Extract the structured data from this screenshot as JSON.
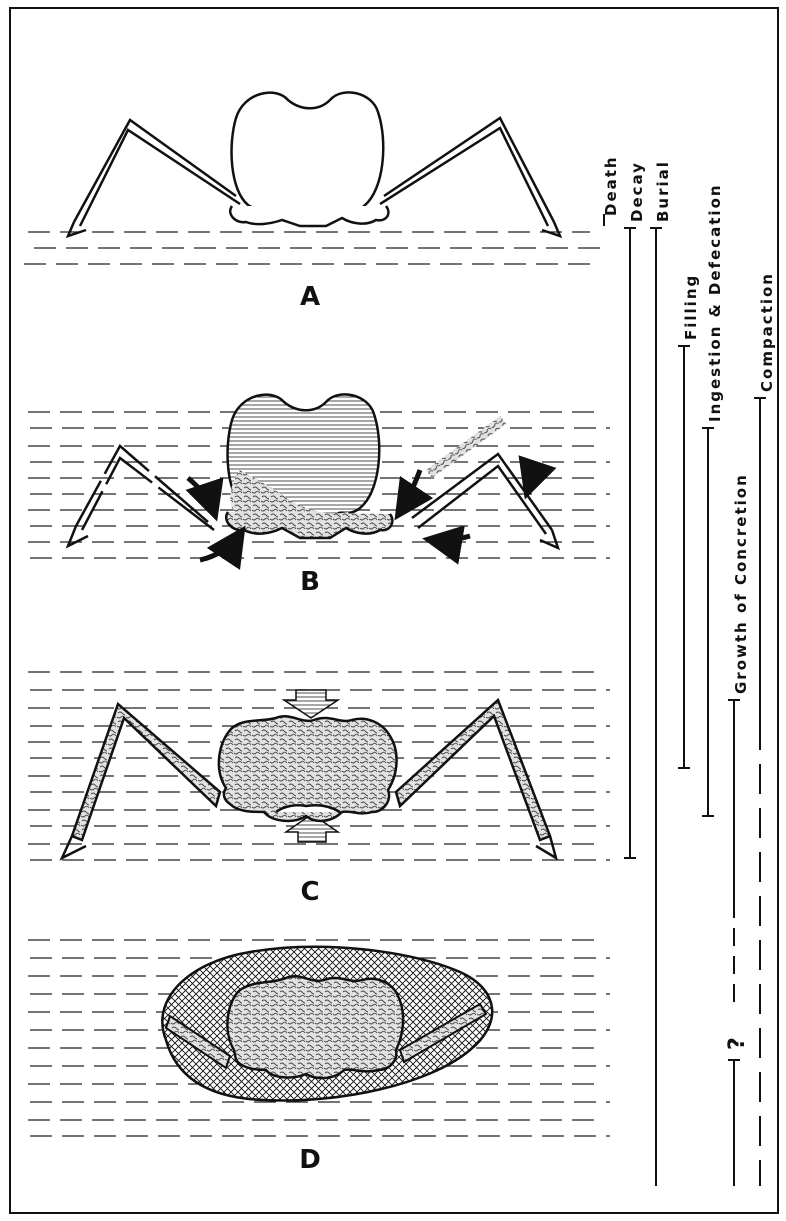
{
  "stages": [
    {
      "id": "A",
      "label": "A"
    },
    {
      "id": "B",
      "label": "B"
    },
    {
      "id": "C",
      "label": "C"
    },
    {
      "id": "D",
      "label": "D"
    }
  ],
  "processes": [
    {
      "id": "death",
      "label": "Death"
    },
    {
      "id": "decay",
      "label": "Decay"
    },
    {
      "id": "burial",
      "label": "Burial"
    },
    {
      "id": "filling",
      "label": "Filling"
    },
    {
      "id": "ingestion",
      "label": "Ingestion & Defecation"
    },
    {
      "id": "concretion",
      "label": "Growth of Concretion"
    },
    {
      "id": "compaction",
      "label": "Compaction"
    }
  ],
  "uncertain_marker": "?",
  "colors": {
    "ink": "#111111",
    "paper": "#ffffff",
    "stipple": "#9a9a9a"
  }
}
